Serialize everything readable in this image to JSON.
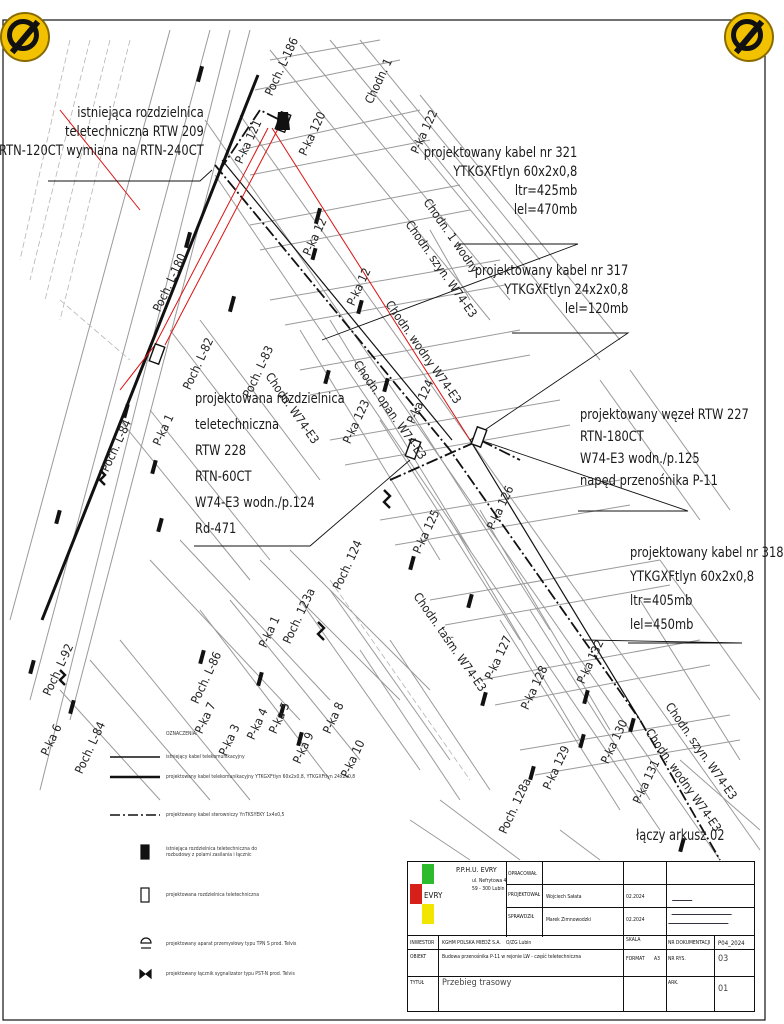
{
  "badges": [
    "no-entry-badge",
    "no-entry-badge"
  ],
  "callouts": {
    "rtw209": [
      "istniejąca rozdzielnica",
      "teletechniczna RTW 209",
      "RTN-120CT wymiana na RTN-240CT"
    ],
    "cable321": [
      "projektowany kabel  nr 321",
      "YTKGXFtlyn 60x2x0,8",
      "ltr=425mb",
      "lel=470mb"
    ],
    "cable317": [
      "projektowany kabel  nr 317",
      "YTKGXFtlyn 24x2x0,8",
      "lel=120mb"
    ],
    "node227": [
      "projektowany węzeł RTW 227",
      "RTN-180CT",
      "W74-E3 wodn./p.125",
      "napęd przenośnika P-11"
    ],
    "rtw228": [
      "projektowana rozdzielnica",
      "teletechniczna",
      "RTW 228",
      "RTN-60CT",
      "W74-E3 wodn./p.124",
      "Rd-471"
    ],
    "cable318": [
      "projektowany kabel  nr 318",
      "YTKGXFtlyn 60x2x0,8",
      "ltr=405mb",
      "lel=450mb"
    ]
  },
  "map_labels": {
    "poch_l186": "Poch. L-186",
    "chodn_1": "Chodn. 1",
    "p_ka_122": "P-ka 122",
    "p_ka_120": "P-ka 120",
    "poch_l180": "Poch. L-180",
    "p_ka_121": "P-ka 121",
    "chodn_1_wodny": "Chodn. 1 wodny",
    "chodn_szyn": "Chodn. szyn. W74-E3",
    "p_ka_12": "P-ka 12",
    "chodn_wodny": "Chodn. wodny W74-E3",
    "poch_l82": "Poch. L-82",
    "poch_l83": "Poch. L-83",
    "chodn_odst": "Chodn. W74-E3",
    "p_ka_123": "P-ka 123",
    "chodn_opan": "Chodn. opan. W74-E3",
    "p_ka_124": "P-ka 124",
    "poch_l84": "Poch. L-84",
    "p_ka_1": "P-ka 1",
    "p_ka_126": "P-ka 126",
    "p_ka_125": "P-ka 125",
    "poch_124": "Poch. 124",
    "poch_123a": "Poch. 123a",
    "poch_l86": "Poch. L-86",
    "chodn_taśm": "Chodn. taśm. W74-E3",
    "p_ka_127": "P-ka 127",
    "p_ka_128": "P-ka 128",
    "p_ka_129": "P-ka 129",
    "poch_128a": "Poch. 128a",
    "p_ka_130": "P-ka 130",
    "chodn_szyn2": "Chodn. szyn. W74-E3",
    "chodn_wodny2": "Chodn. wodny W74-E3",
    "p_ka_131": "P-ka 131",
    "p_ka_132": "P-ka 132",
    "poch_l92": "Poch. L-92",
    "poch_l84b": "Poch. L-84",
    "p_ka_9": "P-ka 9",
    "p_ka_8": "P-ka 8",
    "p_ka_10": "P-ka 10",
    "p_ka_3": "P-ka 3",
    "p_ka_4": "P-ka 4",
    "p_ka_5": "P-ka 5",
    "p_ka_6": "P-ka 6",
    "p_ka_7": "P-ka 7",
    "join_label": "łączy arkusz 02"
  },
  "legend": {
    "title": "OZNACZENIA:",
    "items": [
      "istniejący kabel telekomunikacyjny",
      "projektowany kabel telekomunikacyjny YTKGXFtlyn 60x2x0,8, YTKGXFtlyn 24x2x0,8",
      "projektowany kabel sterowniczy YnTKSYEKY 1x4x0,5",
      "istniejąca rozdzielnica teletechniczna do rozbudowy z polami zasilania i łącznic",
      "projektowana rozdzielnica teletechniczna",
      "projektowany aparat przemysłowy typu TPN S prod. Telvis",
      "projektowany łącznik sygnalizator typu PST-N prod. Telvis"
    ]
  },
  "title_block": {
    "company": "P.P.H.U. EVRY",
    "address1": "ul. Nefrytowa 4",
    "address2": "59 - 300 Lubin",
    "logo_text": "EVRY",
    "rows": [
      {
        "role": "OPRACOWAŁ",
        "name": "",
        "date": ""
      },
      {
        "role": "PROJEKTOWAŁ",
        "name": "Wojciech Sałata",
        "date": "02.2024"
      },
      {
        "role": "SPRAWDZIŁ",
        "name": "Marek Zimnowodzki",
        "date": "02.2024"
      }
    ],
    "investor_label": "INWESTOR",
    "investor": "KGHM POLSKA MIEDŹ S.A.",
    "investor_unit": "O/ZG Lubin",
    "object_label": "OBIEKT",
    "object": "Budowa przenośnika P-11 w rejonie LW - część teletechniczna",
    "title_label": "TYTUŁ",
    "title": "Przebieg trasowy",
    "scale_label": "SKALA",
    "format_label": "FORMAT",
    "format": "A3",
    "doc_label": "NR DOKUMENTACJI",
    "doc": "P04_2024",
    "drawing_no_label": "NR RYS.",
    "drawing_no": "03",
    "sheet_label": "ARK.",
    "sheet": "01"
  }
}
